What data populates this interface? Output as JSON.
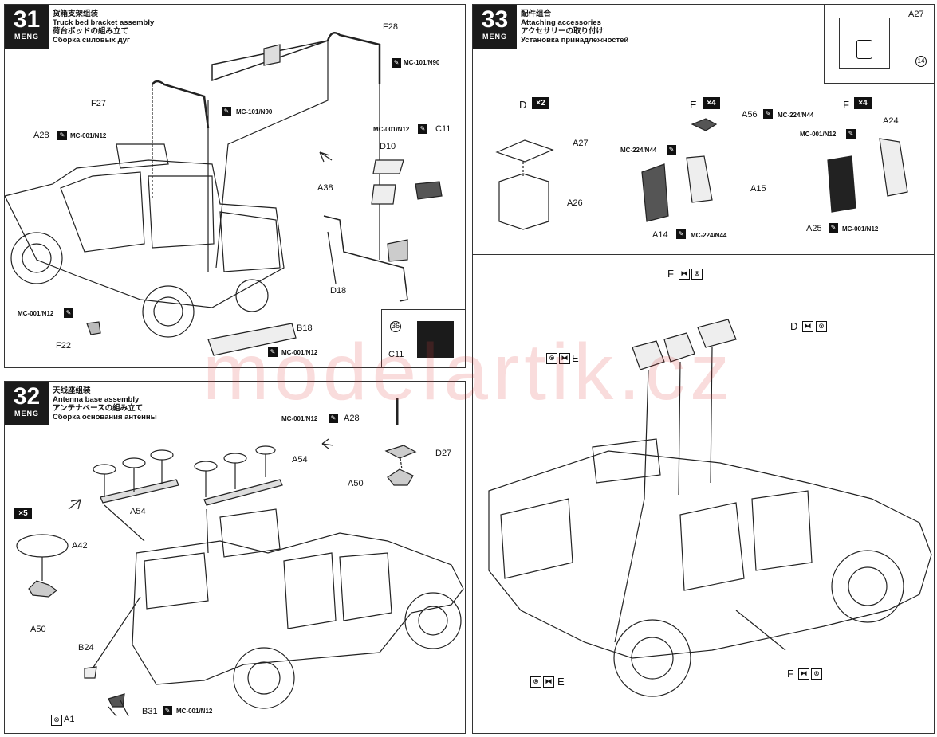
{
  "watermark": "modelartik.cz",
  "brand": "MENG",
  "step31": {
    "number": "31",
    "title_cn": "货箱支架组装",
    "title_en": "Truck bed bracket assembly",
    "title_jp": "荷台ボッドの組み立て",
    "title_ru": "Сборка силовых дуг",
    "labels": {
      "F28": "F28",
      "F27": "F27",
      "A28": "A28",
      "D10": "D10",
      "A38": "A38",
      "C11": "C11",
      "D18": "D18",
      "B18": "B18",
      "F22": "F22",
      "C11b": "C11",
      "n36": "36"
    },
    "paints": {
      "mc101a": "MC-101/N90",
      "mc101b": "MC-101/N90",
      "mc001a": "MC-001/N12",
      "mc001b": "MC-001/N12",
      "mc001c": "MC-001/N12",
      "mc001d": "MC-001/N12"
    }
  },
  "step32": {
    "number": "32",
    "title_cn": "天线座组装",
    "title_en": "Antenna base assembly",
    "title_jp": "アンテナベースの組み立て",
    "title_ru": "Сборка основания антенны",
    "labels": {
      "A28": "A28",
      "D27": "D27",
      "A50": "A50",
      "A54a": "A54",
      "A54b": "A54",
      "A42": "A42",
      "A50b": "A50",
      "B24": "B24",
      "B31": "B31",
      "A1": "A1"
    },
    "qty": "×5",
    "paints": {
      "mc001a": "MC-001/N12",
      "mc001b": "MC-001/N12"
    }
  },
  "step33": {
    "number": "33",
    "title_cn": "配件组合",
    "title_en": "Attaching accessories",
    "title_jp": "アクセサリーの取り付け",
    "title_ru": "Установка принадлежностей",
    "inset_label": "A27",
    "inset_num": "14",
    "groups": {
      "D": {
        "name": "D",
        "qty": "×2"
      },
      "E": {
        "name": "E",
        "qty": "×4"
      },
      "F": {
        "name": "F",
        "qty": "×4"
      }
    },
    "labels": {
      "A27": "A27",
      "A26": "A26",
      "A56": "A56",
      "A15": "A15",
      "A14": "A14",
      "A24": "A24",
      "A25": "A25",
      "Ftop": "F",
      "D": "D",
      "E": "E",
      "Ebot": "E",
      "Fbot": "F"
    },
    "paints": {
      "mc224a": "MC-224/N44",
      "mc224b": "MC-224/N44",
      "mc224c": "MC-224/N44",
      "mc001a": "MC-001/N12",
      "mc001b": "MC-001/N12"
    }
  }
}
